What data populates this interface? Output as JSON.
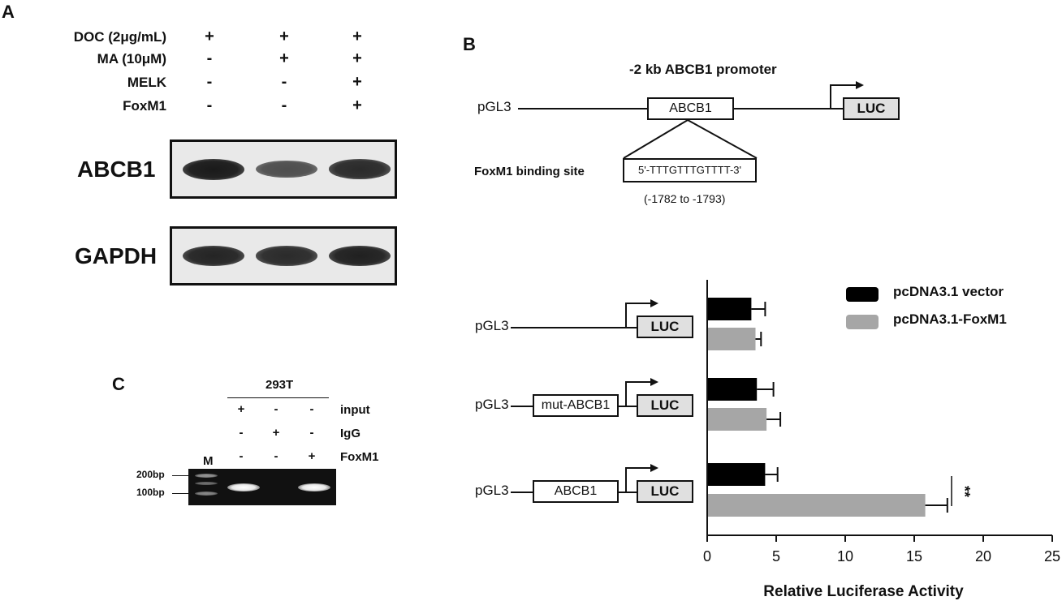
{
  "panelA": {
    "letter": "A",
    "conditions": [
      {
        "label": "DOC (2μg/mL)",
        "signs": [
          "+",
          "+",
          "+"
        ]
      },
      {
        "label": "MA (10μM)",
        "signs": [
          "-",
          "+",
          "+"
        ]
      },
      {
        "label": "MELK",
        "signs": [
          "-",
          "-",
          "+"
        ]
      },
      {
        "label": "FoxM1",
        "signs": [
          "-",
          "-",
          "+"
        ]
      }
    ],
    "blots": [
      {
        "protein": "ABCB1",
        "intensity": [
          1.0,
          0.55,
          0.85
        ]
      },
      {
        "protein": "GAPDH",
        "intensity": [
          0.9,
          0.85,
          0.95
        ]
      }
    ]
  },
  "panelB": {
    "letter": "B",
    "promoter_title": "-2 kb ABCB1 promoter",
    "construct_label": "pGL3",
    "abcb1_box": "ABCB1",
    "luc_box": "LUC",
    "binding_site_label": "FoxM1 binding site",
    "binding_sequence": "5'-TTTGTTTGTTTT-3'",
    "binding_position": "(-1782 to -1793)",
    "constructs": [
      {
        "label": "pGL3",
        "insert": ""
      },
      {
        "label": "pGL3",
        "insert": "mut-ABCB1"
      },
      {
        "label": "pGL3",
        "insert": "ABCB1"
      }
    ],
    "legend": [
      {
        "name": "pcDNA3.1 vector",
        "color": "#000000"
      },
      {
        "name": "pcDNA3.1-FoxM1",
        "color": "#a6a6a6"
      }
    ],
    "significance": "**"
  },
  "chart_data": {
    "type": "bar",
    "orientation": "horizontal",
    "categories": [
      "pGL3",
      "pGL3 mut-ABCB1",
      "pGL3 ABCB1"
    ],
    "series": [
      {
        "name": "pcDNA3.1 vector",
        "values": [
          3.2,
          3.6,
          4.2
        ],
        "errors": [
          1.0,
          1.2,
          0.9
        ]
      },
      {
        "name": "pcDNA3.1-FoxM1",
        "values": [
          3.5,
          4.3,
          15.8
        ],
        "errors": [
          0.4,
          1.0,
          1.6
        ]
      }
    ],
    "xlabel": "Relative Luciferase Activity",
    "xlim": [
      0,
      25
    ],
    "xticks": [
      "0",
      "5",
      "10",
      "15",
      "20",
      "25"
    ],
    "legend_position": "top-right",
    "colors": [
      "#000000",
      "#a6a6a6"
    ]
  },
  "panelC": {
    "letter": "C",
    "cell_line": "293T",
    "marker_label": "M",
    "rows": [
      {
        "label": "input",
        "signs": [
          "+",
          "-",
          "-"
        ]
      },
      {
        "label": "IgG",
        "signs": [
          "-",
          "+",
          "-"
        ]
      },
      {
        "label": "FoxM1",
        "signs": [
          "-",
          "-",
          "+"
        ]
      }
    ],
    "ladder": [
      "200bp",
      "100bp"
    ]
  }
}
